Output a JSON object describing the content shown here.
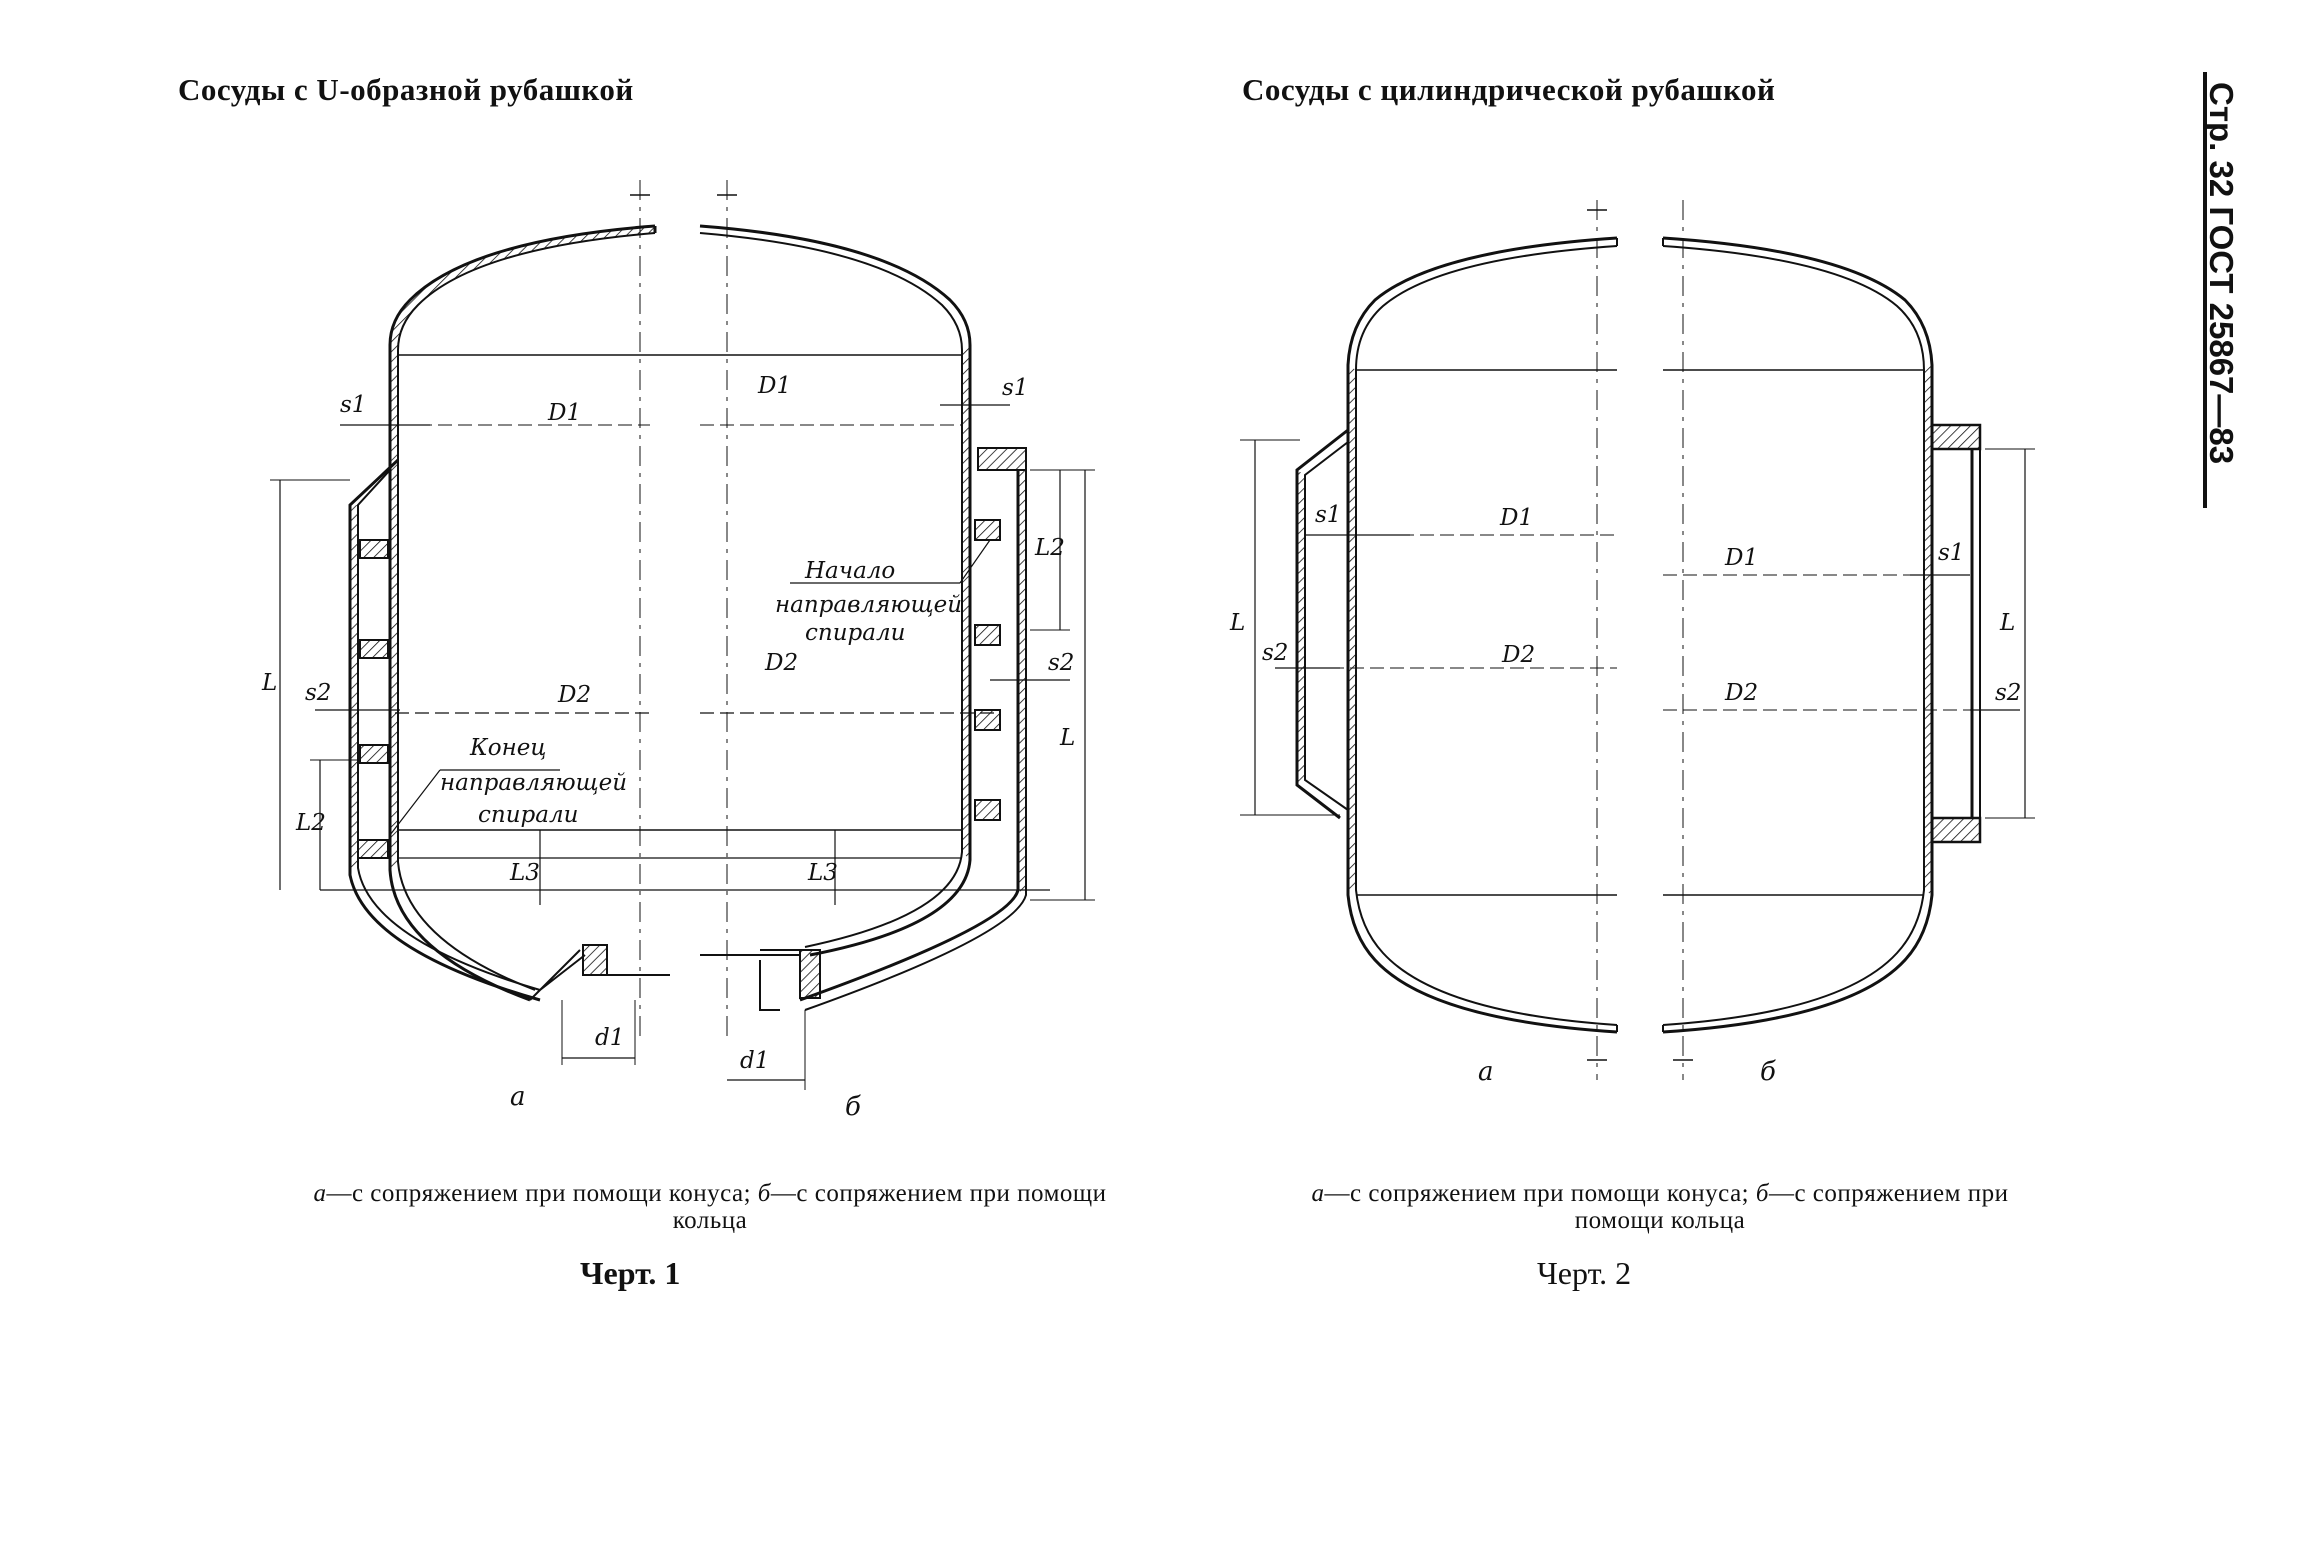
{
  "headings": {
    "left": "Сосуды с U-образной рубашкой",
    "right": "Сосуды с цилиндрической рубашкой"
  },
  "side_label": "Стр. 32 ГОСТ 25867—83",
  "figure1": {
    "labels": {
      "d1_top": "D1",
      "d2": "D2",
      "d2_b": "D2",
      "d1_b": "D1",
      "s1_a": "s1",
      "s2_a": "s2",
      "s1_b": "s1",
      "s2_b": "s2",
      "L_a": "L",
      "L2_a": "L2",
      "L3_a": "L3",
      "L_b": "L",
      "L2_b": "L2",
      "L3_b": "L3",
      "d1_nozzle_a": "d1",
      "d1_nozzle_b": "d1",
      "variant_a": "а",
      "variant_b": "б",
      "end_spiral_1": "Конец",
      "end_spiral_2": "направляющей",
      "end_spiral_3": "спирали",
      "start_spiral_1": "Начало",
      "start_spiral_2": "направляющей",
      "start_spiral_3": "спирали"
    },
    "caption_a_prefix": "а",
    "caption_a": "—с сопряжением при помощи конуса;",
    "caption_b_prefix": "б",
    "caption_b": "—с сопряжением при помощи кольца",
    "title": "Черт. 1"
  },
  "figure2": {
    "labels": {
      "d1_a": "D1",
      "d2_a": "D2",
      "d1_b": "D1",
      "d2_b": "D2",
      "s1_a": "s1",
      "s2_a": "s2",
      "s1_b": "s1",
      "s2_b": "s2",
      "L_a": "L",
      "L_b": "L",
      "variant_a": "а",
      "variant_b": "б"
    },
    "caption_a_prefix": "а",
    "caption_a": "—с сопряжением при помощи конуса;",
    "caption_b_prefix": "б",
    "caption_b": "—с сопряжением при помощи кольца",
    "title": "Черт. 2"
  }
}
